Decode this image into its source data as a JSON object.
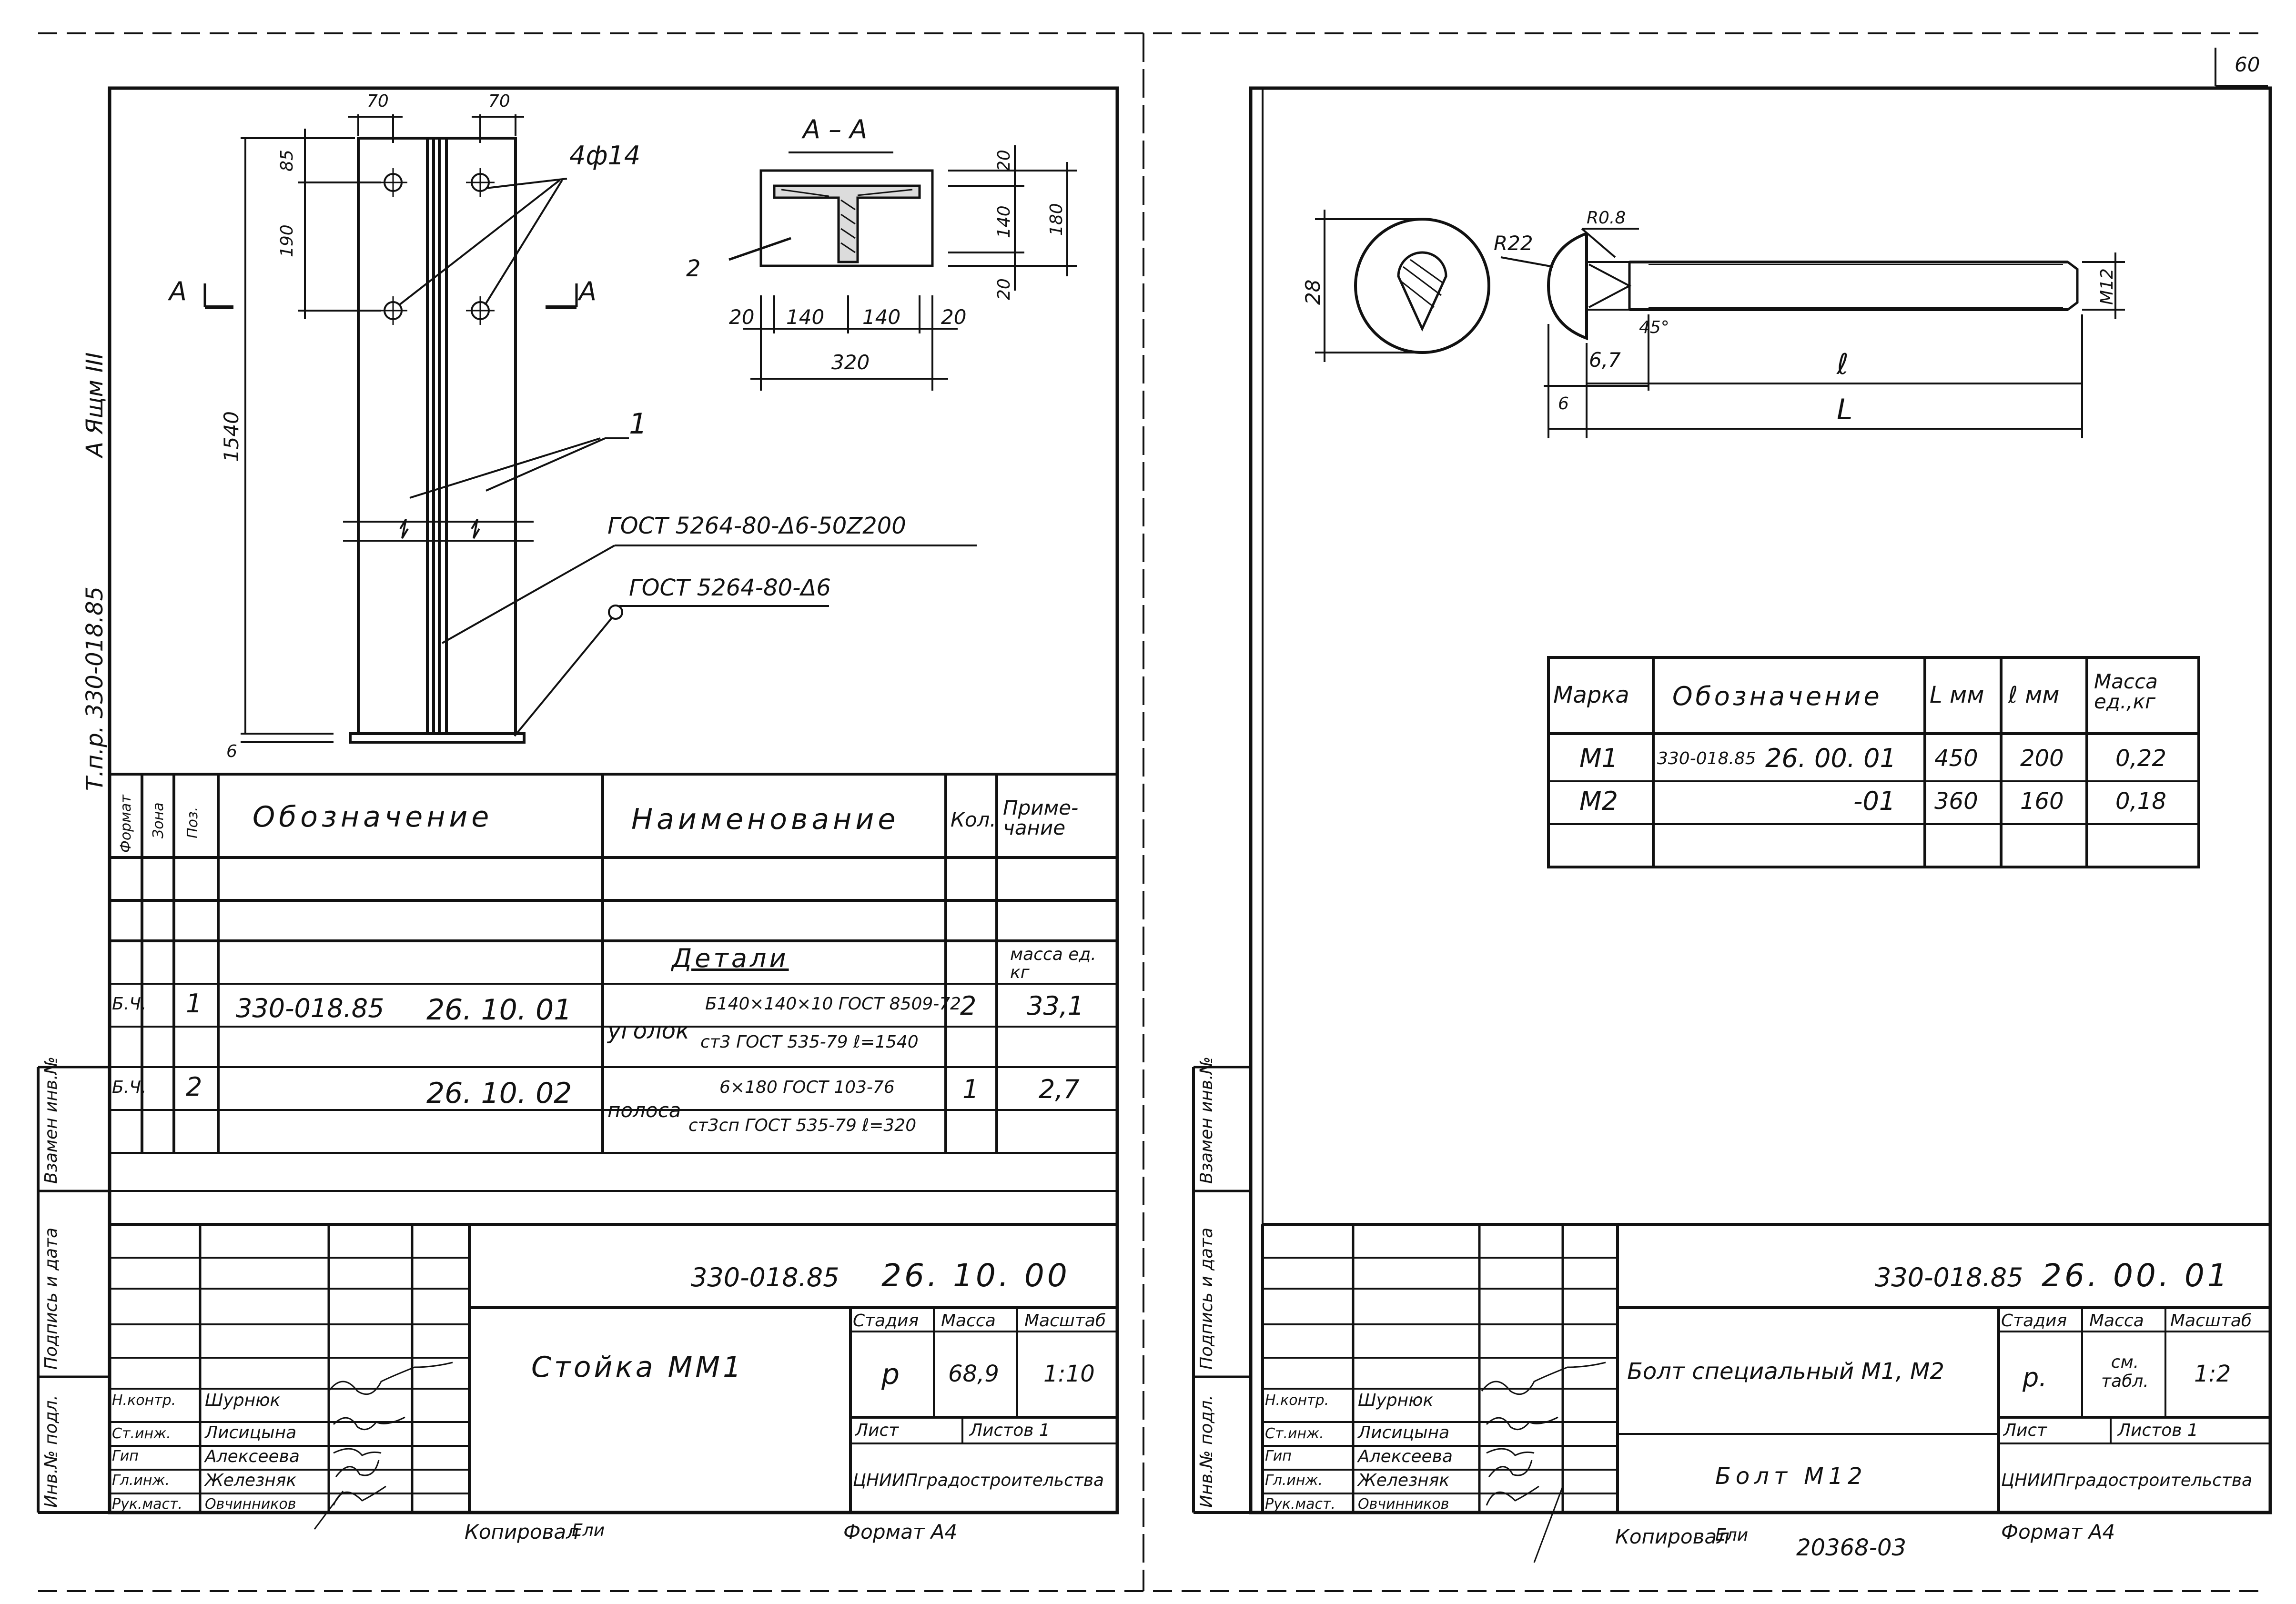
{
  "sheet1": {
    "page_number": "60",
    "side_label": "Т.п.р. 330-018.85",
    "side_label_album": "А Ящм III",
    "plan": {
      "dim_top_left": "70",
      "dim_top_right": "70",
      "dim_85": "85",
      "dim_190": "190",
      "dim_1540": "1540",
      "dim_6": "6",
      "holes": "4ф14",
      "section_mark_left": "А",
      "section_mark_right": "А",
      "pos1": "1"
    },
    "notes": {
      "weld_1": "ГОСТ 5264-80-Δ6-50Z200",
      "weld_2": "ГОСТ 5264-80-Δ6"
    },
    "section": {
      "title": "А – А",
      "pos2": "2",
      "dims_bottom": [
        "20",
        "140",
        "140",
        "20"
      ],
      "dim_320": "320",
      "dims_right": [
        "20",
        "140",
        "20"
      ],
      "dim_180": "180"
    },
    "spec": {
      "headers": {
        "format": "Формат",
        "zone": "Зона",
        "pos": "Поз.",
        "designation": "Обозначение",
        "name": "Наименование",
        "qty": "Кол.",
        "note": "Приме-чание"
      },
      "section_title": "Детали",
      "mass_note": "масса ед. кг",
      "rows": [
        {
          "format": "Б.Ч.",
          "pos": "1",
          "doc": "330-018.85",
          "code": "26. 10. 01",
          "name": "уголок",
          "spec_top": "Б140×140×10 ГОСТ 8509-72",
          "spec_bottom": "ст3 ГОСТ 535-79 ℓ=1540",
          "qty": "2",
          "mass": "33,1"
        },
        {
          "format": "Б.Ч.",
          "pos": "2",
          "doc": "",
          "code": "26. 10. 02",
          "name": "полоса",
          "spec_top": "6×180 ГОСТ 103-76",
          "spec_bottom": "ст3сп ГОСТ 535-79 ℓ=320",
          "qty": "1",
          "mass": "2,7"
        }
      ]
    },
    "side_stamps": {
      "swap": "Взамен инв.№",
      "sign": "Подпись и дата",
      "inv": "Инв.№ подл."
    },
    "title_block": {
      "doc_number_prefix": "330-018.85",
      "doc_number": "26. 10. 00",
      "title": "Стойка ММ1",
      "stage_label": "Стадия",
      "mass_label": "Масса",
      "scale_label": "Масштаб",
      "stage": "р",
      "mass": "68,9",
      "scale": "1:10",
      "sheet_label": "Лист",
      "sheets_label": "Листов 1",
      "org": "ЦНИИПградостроительства",
      "people": [
        {
          "role": "Н.контр.",
          "name": "Шурнюк"
        },
        {
          "role": "Ст.инж.",
          "name": "Лисицына"
        },
        {
          "role": "Гип",
          "name": "Алексеева"
        },
        {
          "role": "Гл.инж.",
          "name": "Железняк"
        },
        {
          "role": "Рук.маст.",
          "name": "Овчинников"
        }
      ]
    },
    "footer": {
      "copied": "Копировал",
      "copied_sign": "Ели",
      "format": "Формат А4"
    }
  },
  "sheet2": {
    "drawing": {
      "dim_28": "28",
      "r22": "R22",
      "r08": "R0.8",
      "angle": "45°",
      "thread": "М12",
      "dim_67": "6,7",
      "dim_6": "6",
      "l_small": "ℓ",
      "l_big": "L"
    },
    "table": {
      "headers": [
        "Марка",
        "Обозначение",
        "L мм",
        "ℓ мм",
        "Масса ед.,кг"
      ],
      "rows": [
        {
          "mark": "М1",
          "prefix": "330-018.85",
          "code": "26. 00. 01",
          "L": "450",
          "l": "200",
          "mass": "0,22"
        },
        {
          "mark": "М2",
          "prefix": "",
          "code": "-01",
          "L": "360",
          "l": "160",
          "mass": "0,18"
        }
      ]
    },
    "side_stamps": {
      "swap": "Взамен инв.№",
      "sign": "Подпись и дата",
      "inv": "Инв.№ подл."
    },
    "title_block": {
      "doc_number_prefix": "330-018.85",
      "doc_number": "26. 00. 01",
      "title": "Болт специальный М1, М2",
      "subtitle": "Болт М12",
      "stage_label": "Стадия",
      "mass_label": "Масса",
      "scale_label": "Масштаб",
      "stage": "р.",
      "mass": "см. табл.",
      "scale": "1:2",
      "sheet_label": "Лист",
      "sheets_label": "Листов 1",
      "org": "ЦНИИПградостроительства",
      "people": [
        {
          "role": "Н.контр.",
          "name": "Шурнюк"
        },
        {
          "role": "Ст.инж.",
          "name": "Лисицына"
        },
        {
          "role": "Гип",
          "name": "Алексеева"
        },
        {
          "role": "Гл.инж.",
          "name": "Железняк"
        },
        {
          "role": "Рук.маст.",
          "name": "Овчинников"
        }
      ]
    },
    "footer": {
      "copied": "Копировал",
      "copied_sign": "Ели",
      "order_number": "20368-03",
      "format": "Формат А4"
    }
  }
}
